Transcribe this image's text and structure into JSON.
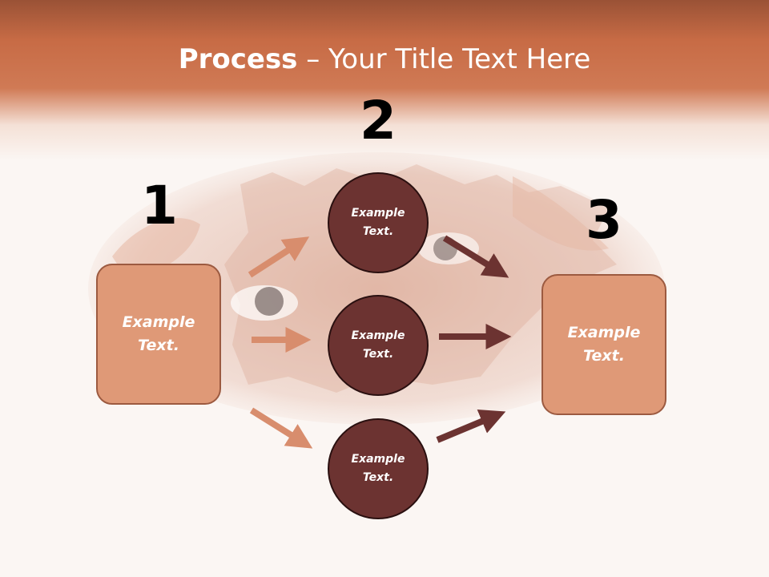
{
  "slide": {
    "title_bold": "Process",
    "title_rest": " – Your Title Text Here"
  },
  "steps": {
    "step1_number": "1",
    "step2_number": "2",
    "step3_number": "3"
  },
  "nodes": {
    "left_box": "Example Text.",
    "circle_top": "Example Text.",
    "circle_middle": "Example Text.",
    "circle_bottom": "Example Text.",
    "right_box": "Example Text."
  },
  "colors": {
    "header": "#c76b45",
    "box_fill": "#df9977",
    "circle_fill": "#6c3331",
    "arrow_light": "#d88d6d",
    "arrow_dark": "#6c3331"
  }
}
